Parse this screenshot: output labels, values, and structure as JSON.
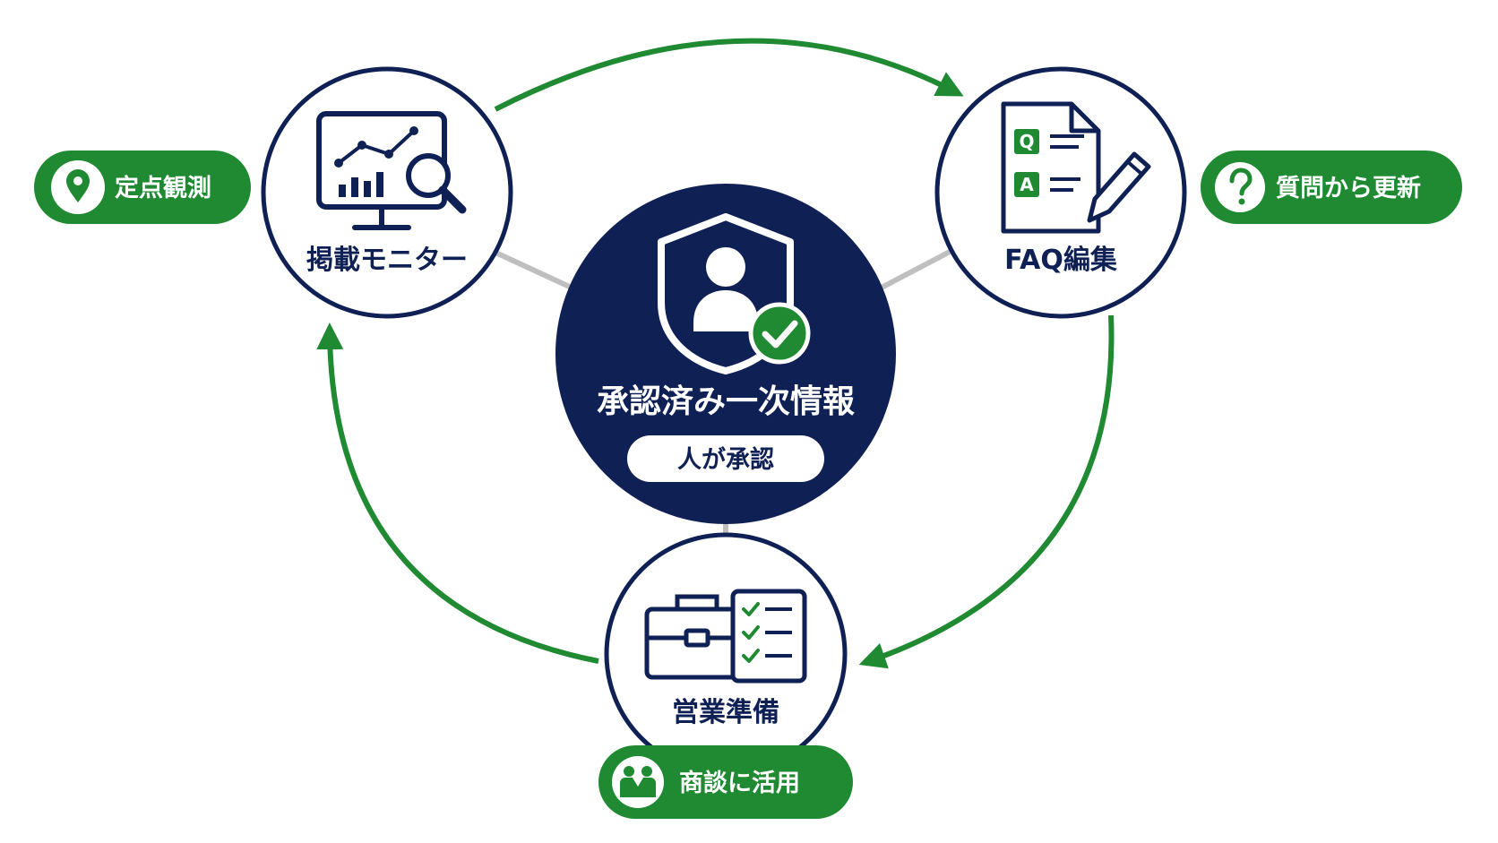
{
  "center": {
    "title": "承認済み一次情報",
    "subtitle": "人が承認"
  },
  "nodes": {
    "monitor": {
      "label": "掲載モニター",
      "icon": "monitor-chart-magnifier-icon"
    },
    "faq": {
      "label": "FAQ編集",
      "icon": "qa-document-pencil-icon",
      "q_letter": "Q",
      "a_letter": "A"
    },
    "sales": {
      "label": "営業準備",
      "icon": "briefcase-checklist-icon"
    }
  },
  "pills": {
    "observation": {
      "label": "定点観測",
      "icon": "location-pin-icon"
    },
    "questions": {
      "label": "質問から更新",
      "icon": "question-icon"
    },
    "meetings": {
      "label": "商談に活用",
      "icon": "handshake-people-icon"
    }
  },
  "colors": {
    "navy": "#0f2055",
    "green": "#1f8a32",
    "connector": "#bfbfbf",
    "background": "#ffffff"
  }
}
